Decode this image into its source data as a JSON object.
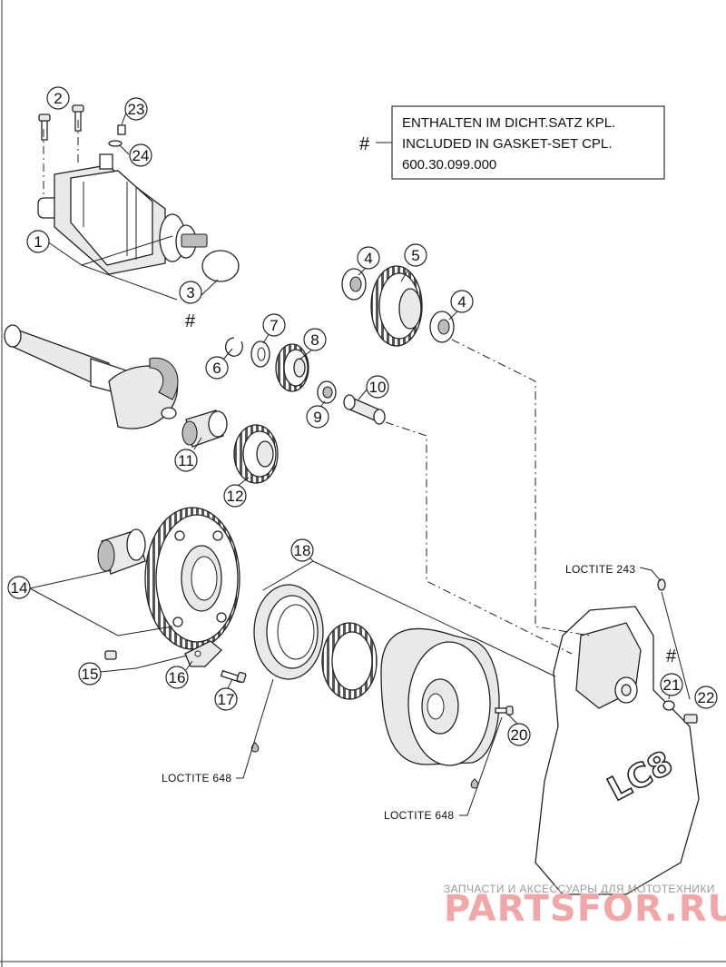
{
  "note": {
    "marker": "#",
    "line1": "ENTHALTEN IM DICHT.SATZ KPL.",
    "line2": "INCLUDED IN GASKET-SET CPL.",
    "line3": "600.30.099.000"
  },
  "callouts": {
    "c1": "1",
    "c2": "2",
    "c3": "3",
    "c4a": "4",
    "c4b": "4",
    "c5": "5",
    "c6": "6",
    "c7": "7",
    "c8": "8",
    "c9": "9",
    "c10": "10",
    "c11": "11",
    "c12": "12",
    "c14": "14",
    "c15": "15",
    "c16": "16",
    "c17": "17",
    "c18": "18",
    "c20": "20",
    "c21": "21",
    "c22": "22",
    "c23": "23",
    "c24": "24"
  },
  "hash_marks": {
    "h3": "#",
    "h21": "#"
  },
  "loctite": {
    "l243": "LOCTITE 243",
    "l648a": "LOCTITE 648",
    "l648b": "LOCTITE 648"
  },
  "cover_logo": "LC8",
  "watermark": {
    "tagline": "ЗАПЧАСТИ И АКСЕССУАРЫ ДЛЯ МОТОТЕХНИКИ",
    "brand": "PARTSFOR.RU",
    "brand_color": "#e05a5a"
  }
}
